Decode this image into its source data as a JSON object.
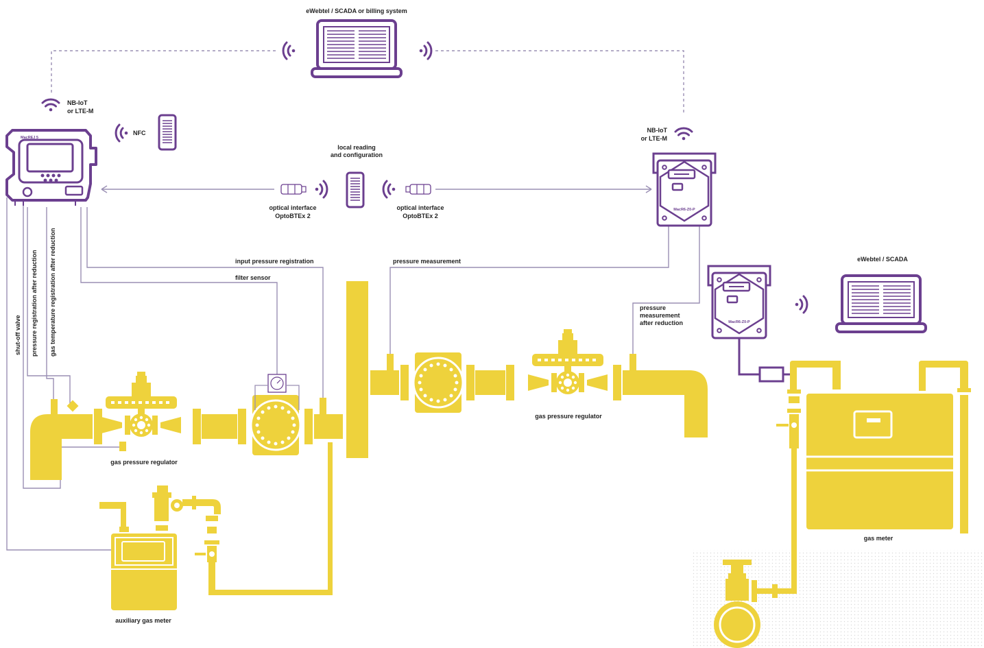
{
  "colors": {
    "purple": "#6b3f8f",
    "yellow": "#eed23c",
    "line": "#9a8fb4",
    "text": "#222222"
  },
  "labels": {
    "scada_top": "eWebtel / SCADA  or billing system",
    "nbiot_left_1": "NB-IoT",
    "nbiot_left_2": "or LTE-M",
    "nfc": "NFC",
    "device_left": "MacREJ 5",
    "local_reading_1": "local reading",
    "local_reading_2": "and configuration",
    "nbiot_right_1": "NB-IoT",
    "nbiot_right_2": "or LTE-M",
    "device_right": "MacR6-Z0-P",
    "device_far_right": "MacR6-Z0-P",
    "optical_left_1": "optical interface",
    "optical_left_2": "OptoBTEx 2",
    "optical_right_1": "optical interface",
    "optical_right_2": "OptoBTEx 2",
    "input_pressure": "input pressure registration",
    "filter_sensor": "filter sensor",
    "pressure_measurement": "pressure measurement",
    "pressure_after_1": "pressure",
    "pressure_after_2": "measurement",
    "pressure_after_3": "after reduction",
    "scada_right": "eWebtel / SCADA",
    "shut_off": "shut-off valve",
    "pressure_reg_after": "pressure registration after reduction",
    "gas_temp_reg": "gas temperature registration after reduction",
    "regulator_left": "gas pressure regulator",
    "regulator_right": "gas pressure regulator",
    "aux_meter": "auxiliary gas meter",
    "gas_meter": "gas meter"
  },
  "icons": [
    "laptop-icon",
    "wifi-icon",
    "phone-icon",
    "optical-probe-icon",
    "pressure-gauge-icon",
    "valve-icon",
    "gas-meter-icon"
  ]
}
